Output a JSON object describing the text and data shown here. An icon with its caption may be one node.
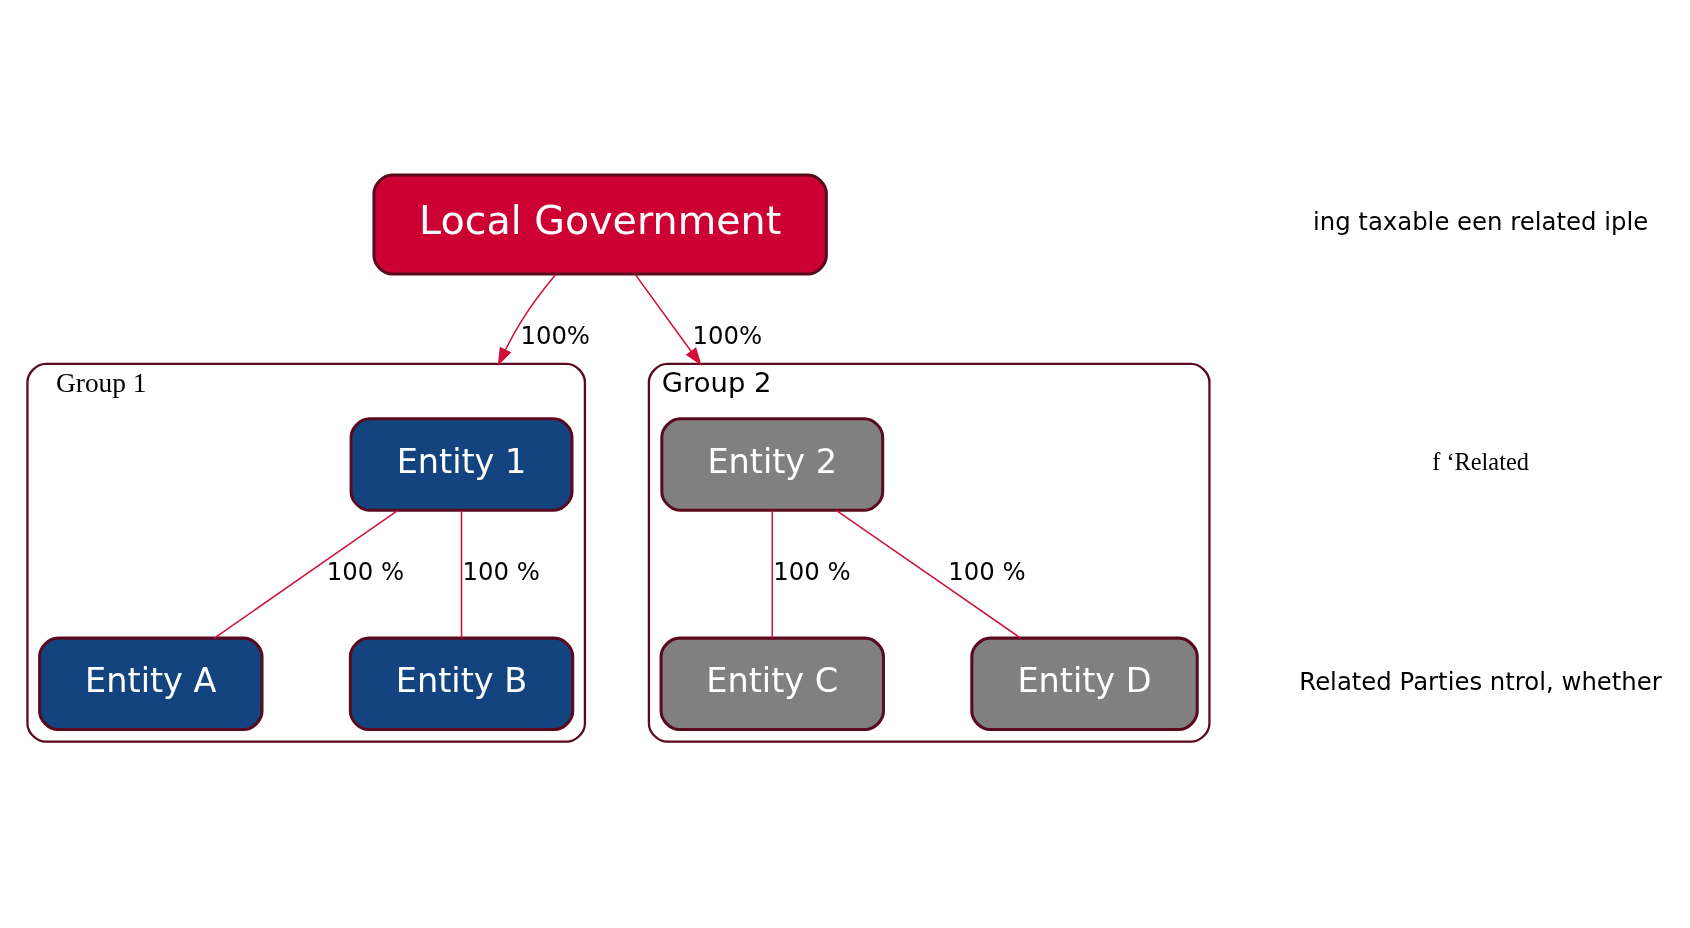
{
  "diagram": {
    "nodes": [
      {
        "text": [
          "Local Government"
        ]
      },
      {
        "text": [
          "Group 1"
        ]
      },
      {
        "text": [
          "Entity 1"
        ],
        "in": 1
      },
      {
        "text": [
          "Entity A"
        ],
        "in": 1
      },
      {
        "text": [
          "Entity B"
        ],
        "in": 1
      },
      {
        "text": [
          "Group 2"
        ]
      },
      {
        "text": [
          "Entity 2"
        ],
        "in": 5
      },
      {
        "text": [
          "Entity C"
        ],
        "in": 5
      },
      {
        "text": [
          "Entity D"
        ],
        "in": 5
      }
    ],
    "edges": [
      {
        "from": 0,
        "to": 1,
        "arrow": "to",
        "label": "100%"
      },
      {
        "from": 0,
        "to": 5,
        "arrow": "to",
        "label": "100%"
      },
      {
        "from": 2,
        "to": 3,
        "arrow": "none",
        "label": "100 %"
      },
      {
        "from": 2,
        "to": 4,
        "arrow": "none",
        "label": "100 %"
      },
      {
        "from": 6,
        "to": 7,
        "arrow": "none",
        "label": "100 %"
      },
      {
        "from": 6,
        "to": 8,
        "arrow": "none",
        "label": "100 %"
      }
    ],
    "labels": [
      "ing taxable een related iple",
      "f ‘Related",
      "Related Parties ntrol, whether"
    ]
  }
}
